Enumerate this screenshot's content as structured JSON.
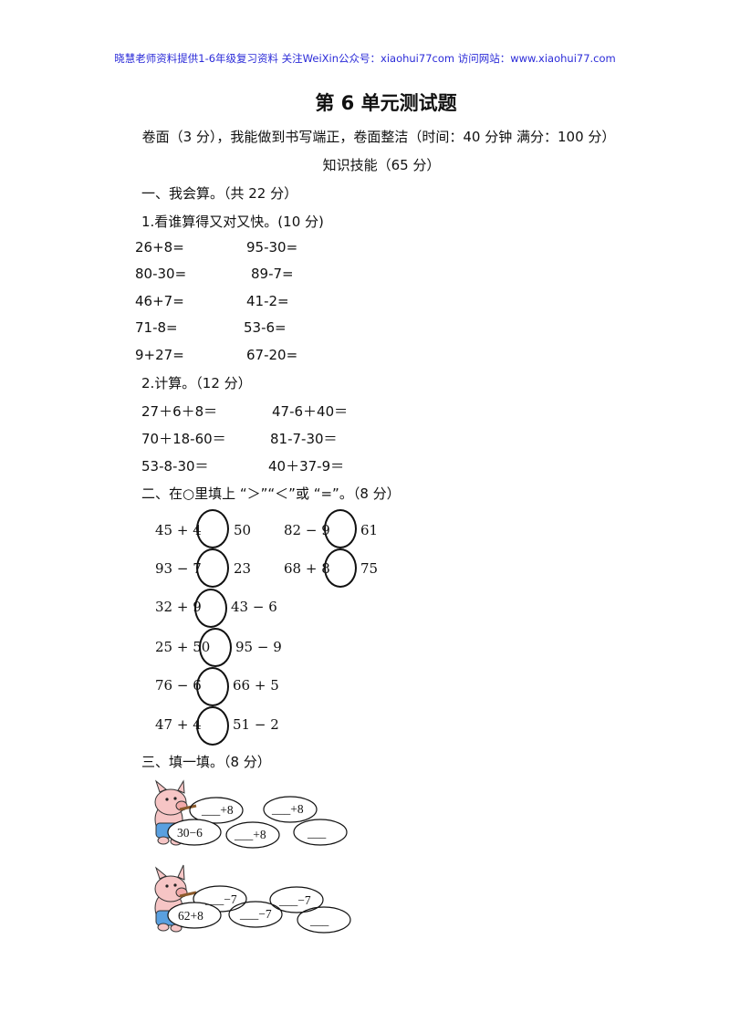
{
  "header": "晓慧老师资料提供1-6年级复习资料 关注WeiXin公众号：xiaohui77com  访问网站：www.xiaohui77.com",
  "title": "第 6 单元测试题",
  "subtitle": "卷面（3 分），我能做到书写端正，卷面整洁（时间：40 分钟  满分：100 分）",
  "knowledge": "知识技能（65 分）",
  "section1": {
    "heading": "一、我会算。（共 22 分）",
    "part1_title": "1.看谁算得又对又快。(10 分)",
    "part1_items": [
      [
        "26+8=",
        "95-30="
      ],
      [
        "80-30=",
        "89-7="
      ],
      [
        "46+7=",
        "41-2="
      ],
      [
        "71-8=",
        "53-6="
      ],
      [
        "9+27=",
        "67-20="
      ]
    ],
    "part2_title": "2.计算。（12 分）",
    "part2_items": [
      [
        "27＋6＋8＝",
        "47-6＋40＝"
      ],
      [
        "70＋18-60＝",
        "81-7-30＝"
      ],
      [
        "53-8-30＝",
        "40＋37-9＝"
      ]
    ]
  },
  "section2": {
    "heading": "二、在○里填上 “＞”“＜”或 “=”。（8 分）",
    "rows": [
      [
        {
          "left": "45 + 4",
          "right": "50"
        },
        {
          "left": "82 − 9",
          "right": "61"
        }
      ],
      [
        {
          "left": "93 − 7",
          "right": "23"
        },
        {
          "left": "68 + 8",
          "right": "75"
        }
      ],
      [
        {
          "left": "32 + 9",
          "right": "43 − 6"
        }
      ],
      [
        {
          "left": "25 + 50",
          "right": "95 − 9"
        }
      ],
      [
        {
          "left": "76 − 6",
          "right": "66 + 5"
        }
      ],
      [
        {
          "left": "47 + 4",
          "right": "51 − 2"
        }
      ]
    ]
  },
  "section3": {
    "heading": "三、填一填。（8 分）",
    "chain1": {
      "start": "30−6",
      "b1": "___+8",
      "b2": "___+8",
      "b3": "___+8",
      "end": "___"
    },
    "chain2": {
      "start": "62+8",
      "b1": "___−7",
      "b2": "___−7",
      "b3": "___−7",
      "end": "___"
    }
  }
}
